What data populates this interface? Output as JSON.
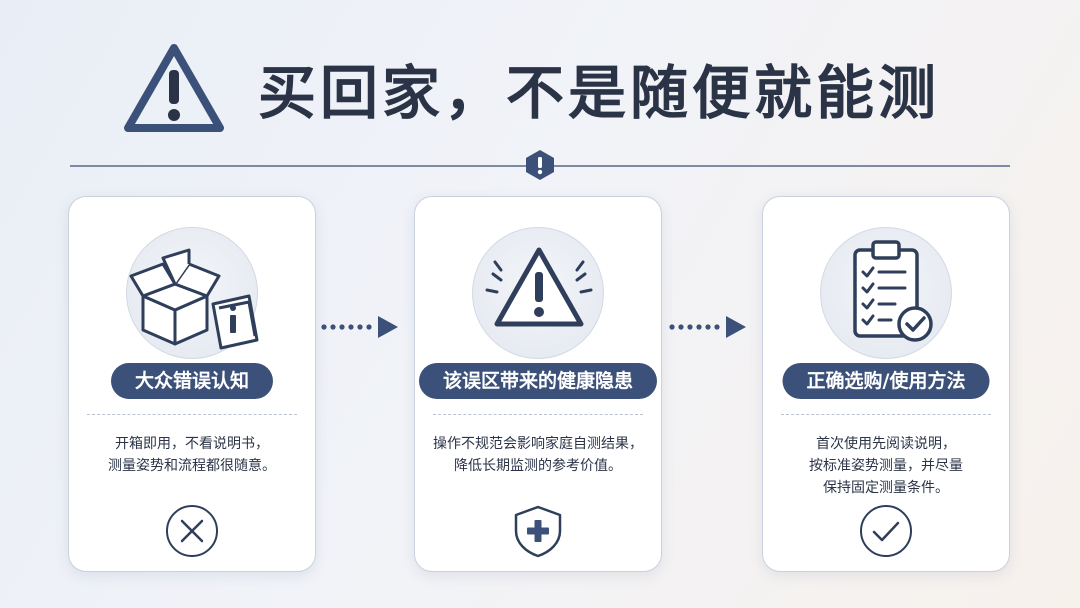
{
  "header": {
    "title": "买回家，不是随便就能测",
    "title_icon": "warning-triangle-icon",
    "divider_icon": "warning-badge-icon"
  },
  "colors": {
    "accent": "#3c5179",
    "outline": "#2f3e5a",
    "card_border": "#c9d1de",
    "background": "#eef1f6"
  },
  "cards": [
    {
      "illustration_icon": "open-box-and-manual-icon",
      "label": "大众错误认知",
      "description_lines": [
        "开箱即用，不看说明书，",
        "测量姿势和流程都很随意。"
      ],
      "status_icon": "cross-circle-icon"
    },
    {
      "illustration_icon": "warning-triangle-icon",
      "label": "该误区带来的健康隐患",
      "description_lines": [
        "操作不规范会影响家庭自测结果，",
        "降低长期监测的参考价值。"
      ],
      "status_icon": "medical-shield-icon"
    },
    {
      "illustration_icon": "checklist-clipboard-icon",
      "label": "正确选购/使用方法",
      "description_lines": [
        "首次使用先阅读说明，",
        "按标准姿势测量，并尽量",
        "保持固定测量条件。"
      ],
      "status_icon": "check-circle-icon"
    }
  ],
  "connectors": [
    "dotted-arrow-icon",
    "dotted-arrow-icon"
  ]
}
